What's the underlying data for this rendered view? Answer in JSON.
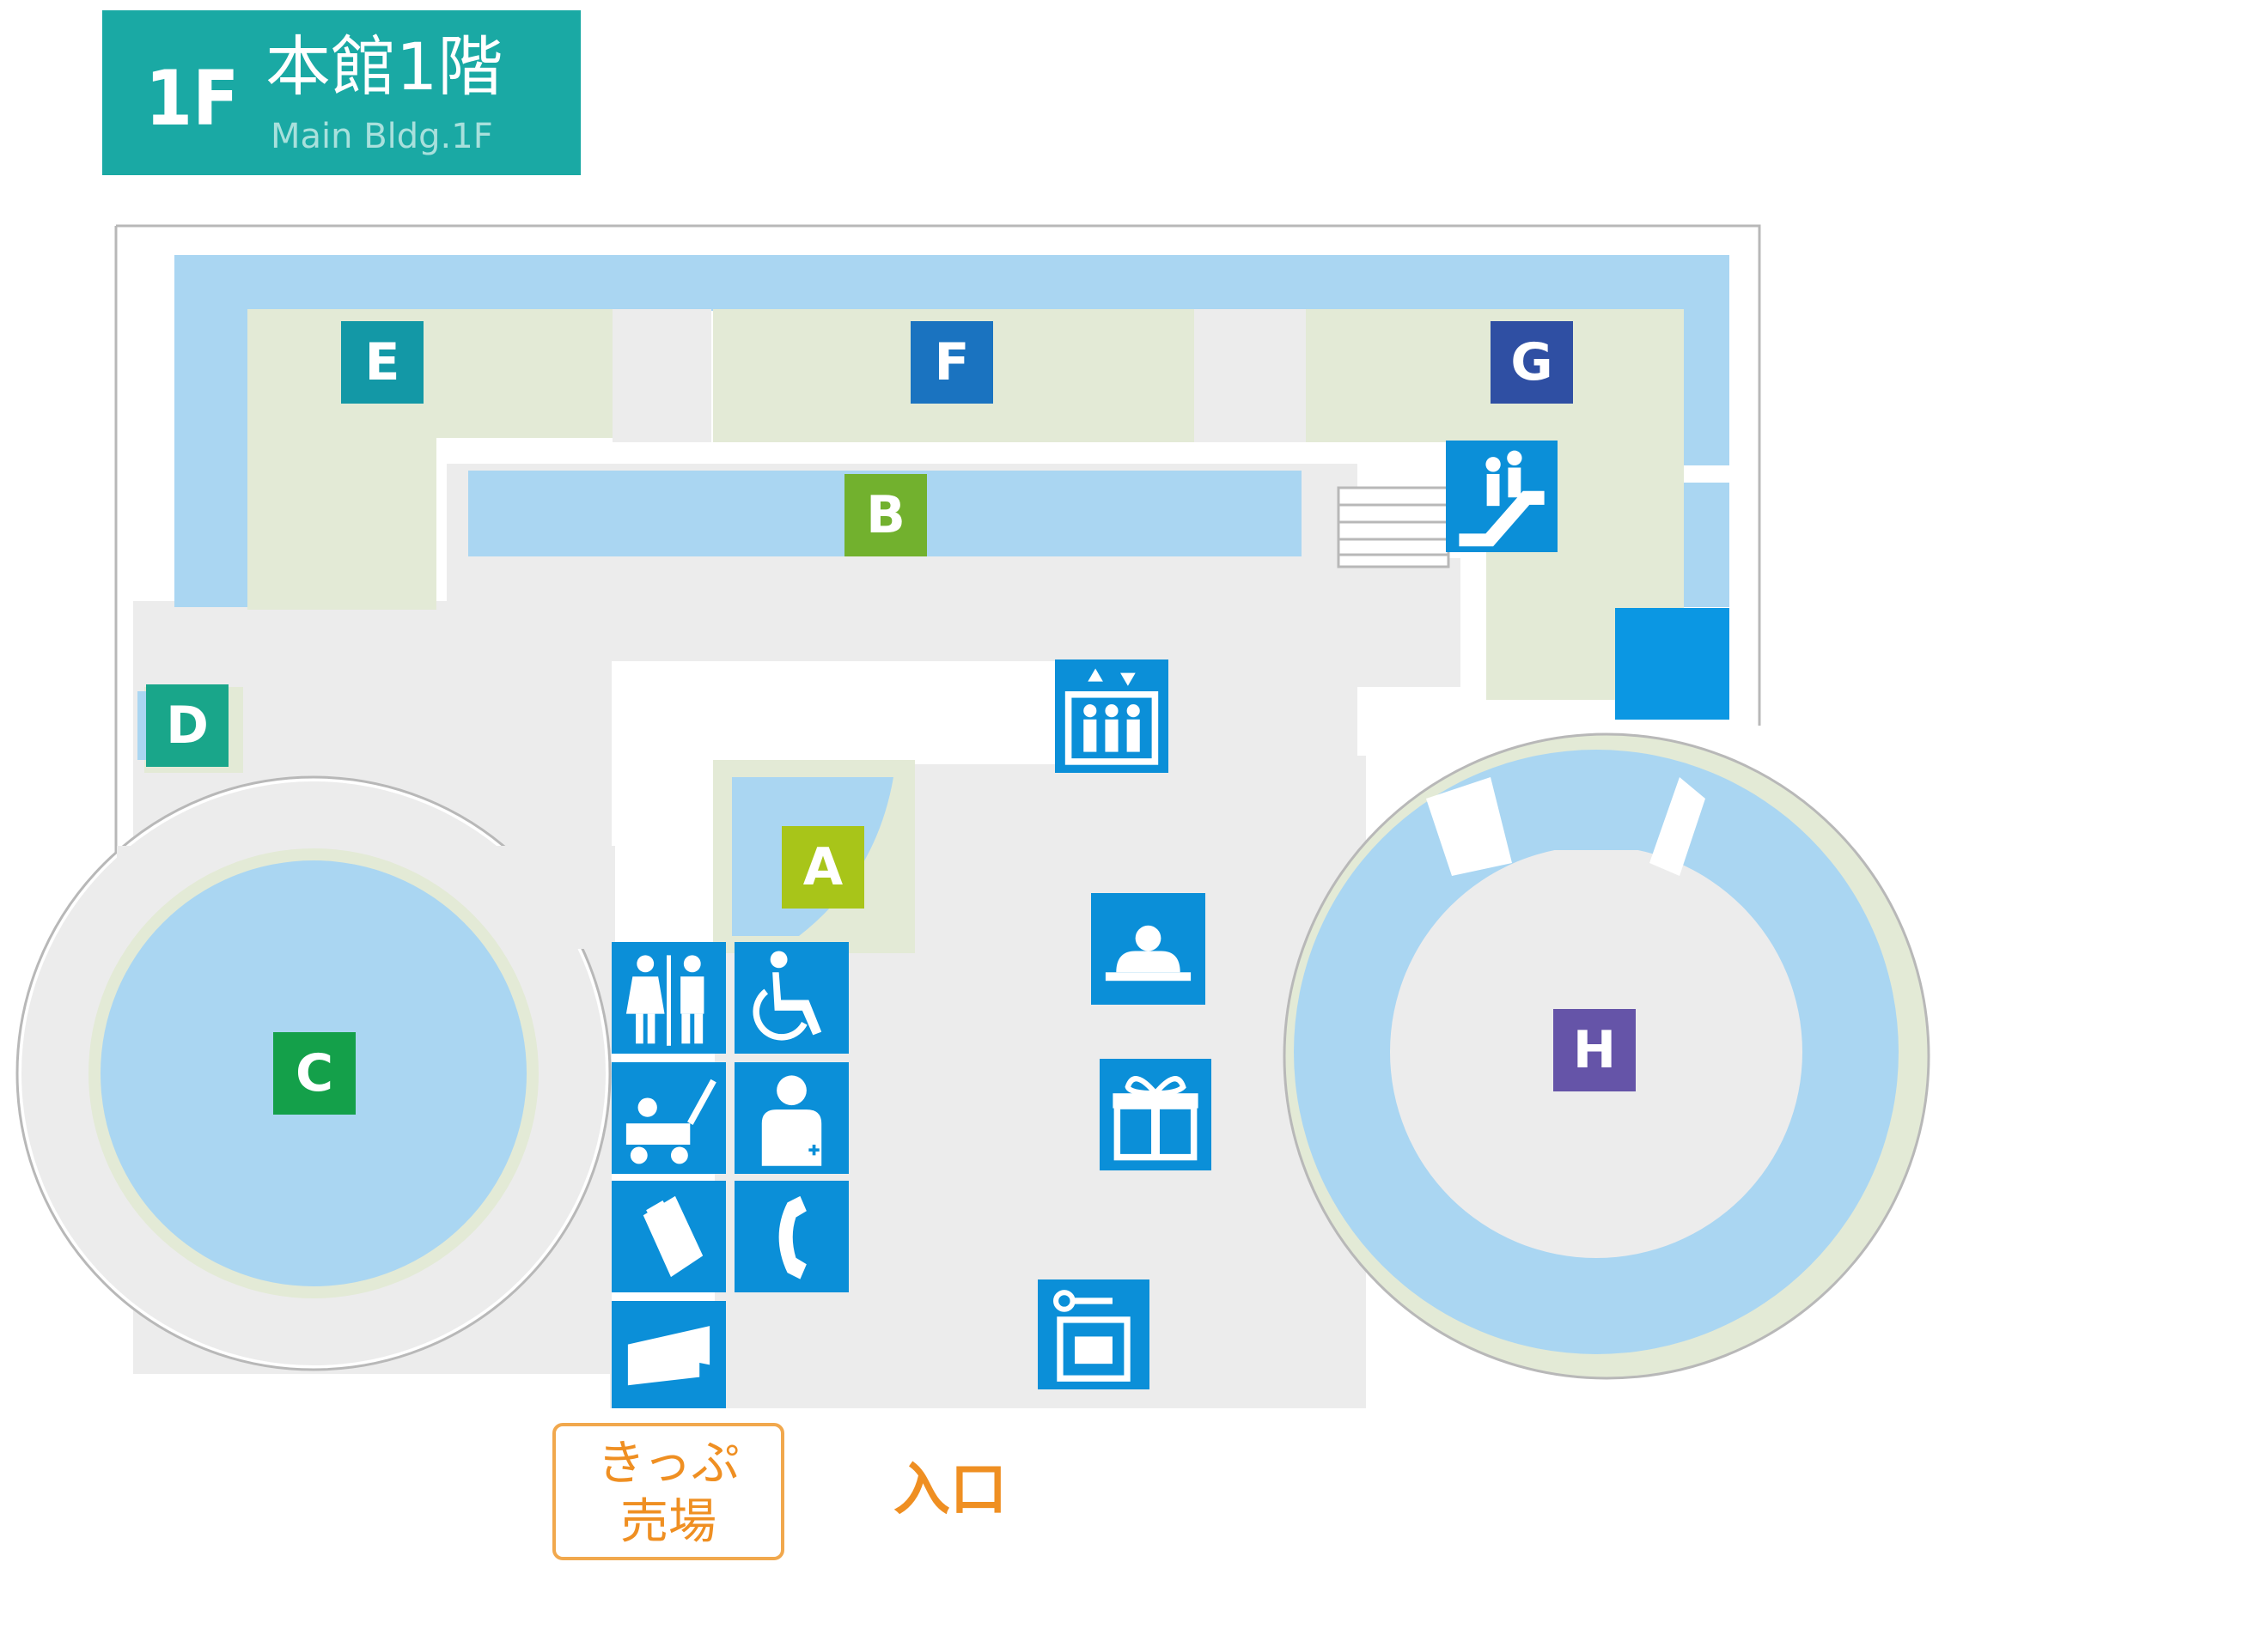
{
  "header": {
    "floor": "1F",
    "title_jp": "本館1階",
    "title_en": "Main Bldg.1F",
    "color": "#1aa9a4"
  },
  "markers": {
    "A": {
      "label": "A",
      "color": "#a8c519"
    },
    "B": {
      "label": "B",
      "color": "#72b12e"
    },
    "C": {
      "label": "C",
      "color": "#14a04a"
    },
    "D": {
      "label": "D",
      "color": "#19a68a"
    },
    "E": {
      "label": "E",
      "color": "#1398a6"
    },
    "F": {
      "label": "F",
      "color": "#1a73c0"
    },
    "G": {
      "label": "G",
      "color": "#2f4fa3"
    },
    "H": {
      "label": "H",
      "color": "#6554a8"
    }
  },
  "facilities": [
    {
      "id": "escalator",
      "icon": "escalator-icon"
    },
    {
      "id": "elevator",
      "icon": "elevator-icon"
    },
    {
      "id": "restroom",
      "icon": "restroom-icon"
    },
    {
      "id": "accessible-restroom",
      "icon": "wheelchair-icon"
    },
    {
      "id": "stroller-rental",
      "icon": "stroller-icon"
    },
    {
      "id": "first-aid",
      "icon": "first-aid-icon"
    },
    {
      "id": "drinks",
      "icon": "drink-icon"
    },
    {
      "id": "telephone",
      "icon": "telephone-icon"
    },
    {
      "id": "ticket-machine",
      "icon": "ticket-icon"
    },
    {
      "id": "information",
      "icon": "information-counter-icon"
    },
    {
      "id": "gift-shop",
      "icon": "gift-icon"
    },
    {
      "id": "coin-locker",
      "icon": "locker-icon"
    }
  ],
  "labels": {
    "ticket_line1": "きっぷ",
    "ticket_line2": "売場",
    "entrance": "入口"
  },
  "colors": {
    "water": "#aad6f2",
    "corridor": "#ececec",
    "exhibit": "#e3ead6",
    "icon_blue": "#0b8fd8",
    "label_orange": "#ef8f22"
  }
}
